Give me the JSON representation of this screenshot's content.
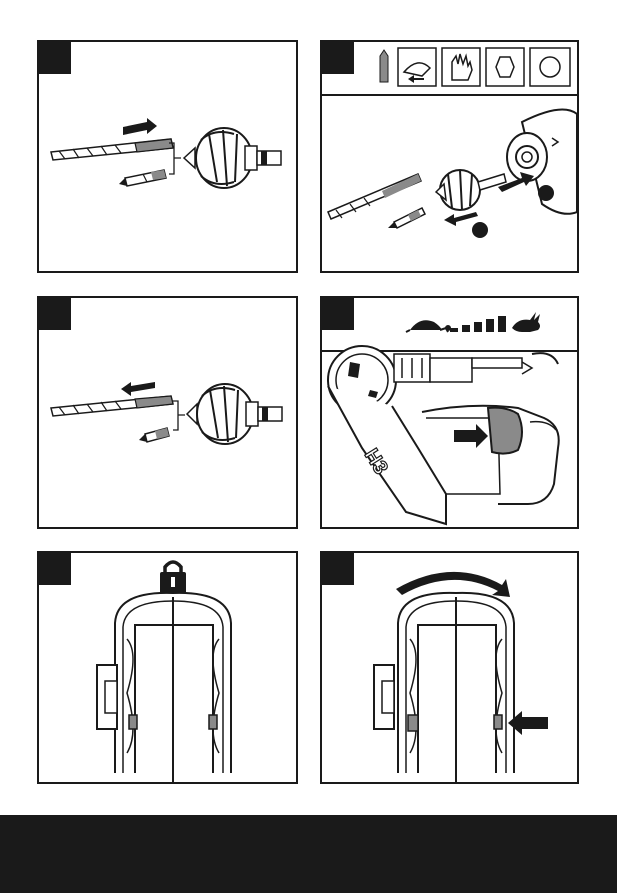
{
  "footer": {
    "text": ""
  },
  "panels": [
    {
      "id": "p1"
    },
    {
      "id": "p2",
      "icons": [
        "drill-bit-icon",
        "chuck-release-icon",
        "glove-icon",
        "hex-shank-icon",
        "round-shank-icon"
      ]
    },
    {
      "id": "p3"
    },
    {
      "id": "p4",
      "speed": {
        "levels": 5,
        "icons": [
          "turtle-icon",
          "rabbit-icon"
        ]
      },
      "drill_label": "H3"
    },
    {
      "id": "p5",
      "icons": [
        "padlock-icon"
      ]
    },
    {
      "id": "p6",
      "icons": [
        "rotate-arrow-icon",
        "push-arrow-icon"
      ]
    }
  ],
  "colors": {
    "ink": "#1a1a1a",
    "grey": "#8a8a8a",
    "light_grey": "#d9d9d9"
  }
}
